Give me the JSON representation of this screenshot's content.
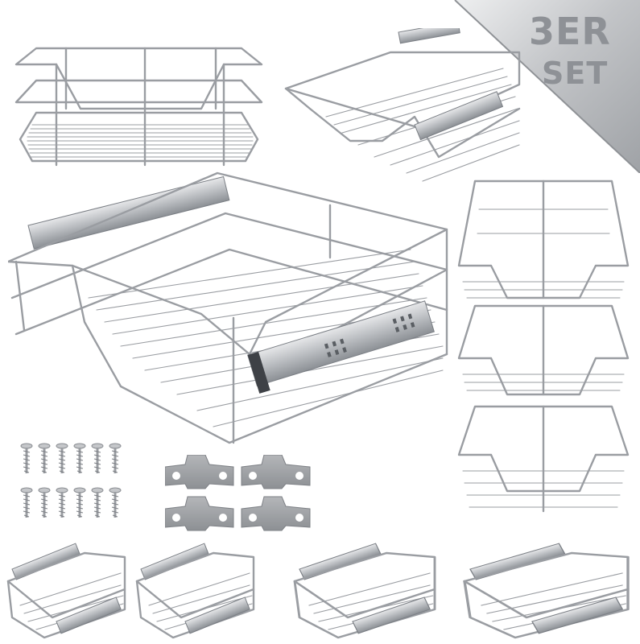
{
  "badge": {
    "line1": "3ER",
    "line2": "SET",
    "color": "#8e9196",
    "background": "#c9cbce"
  },
  "product": {
    "description": "Set of 3 pull-out wire drawer baskets with telescopic slide rails",
    "material_color": "#9a9da2",
    "views": [
      {
        "name": "front-view-basket"
      },
      {
        "name": "angled-basket-with-rails-top"
      },
      {
        "name": "main-basket-with-rails"
      },
      {
        "name": "stacked-baskets-3"
      },
      {
        "name": "size-variant-1"
      },
      {
        "name": "size-variant-2"
      },
      {
        "name": "size-variant-3"
      },
      {
        "name": "size-variant-4"
      }
    ],
    "hardware": {
      "screws_count": 12,
      "screw_rows": 2,
      "screws_per_row": 6,
      "brackets_count": 4
    }
  }
}
